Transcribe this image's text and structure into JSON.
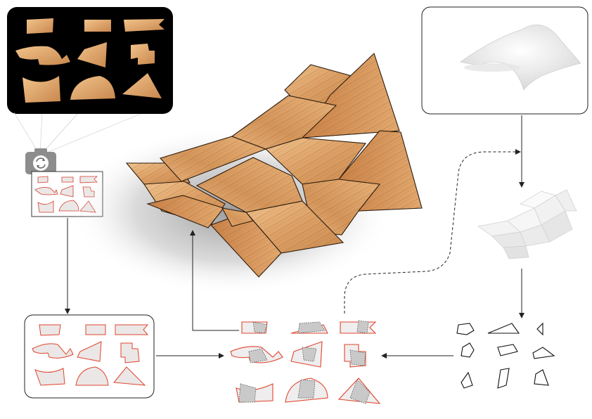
{
  "diagram": {
    "stages": [
      "photo-of-offcuts",
      "camera-capture",
      "scanned-contours",
      "contour-library",
      "target-surface",
      "panelized-surface",
      "panel-outlines",
      "nesting-result",
      "assembled-wood-shell"
    ],
    "icons": {
      "camera": "camera-icon",
      "sync": "refresh-icon"
    },
    "colors": {
      "photo_background": "#000000",
      "contour_red": "#e0452f",
      "wood_light": "#e7b47d",
      "wood_dark": "#b8743c",
      "nest_fill": "#c9c9c9"
    }
  }
}
